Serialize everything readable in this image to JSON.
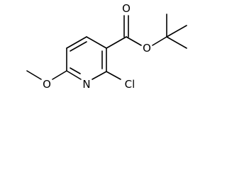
{
  "molecule": {
    "atoms": {
      "carbonyl_oxygen": "O",
      "ester_oxygen": "O",
      "ring_nitrogen": "N",
      "chlorine": "Cl",
      "methoxy_oxygen": "O"
    }
  }
}
